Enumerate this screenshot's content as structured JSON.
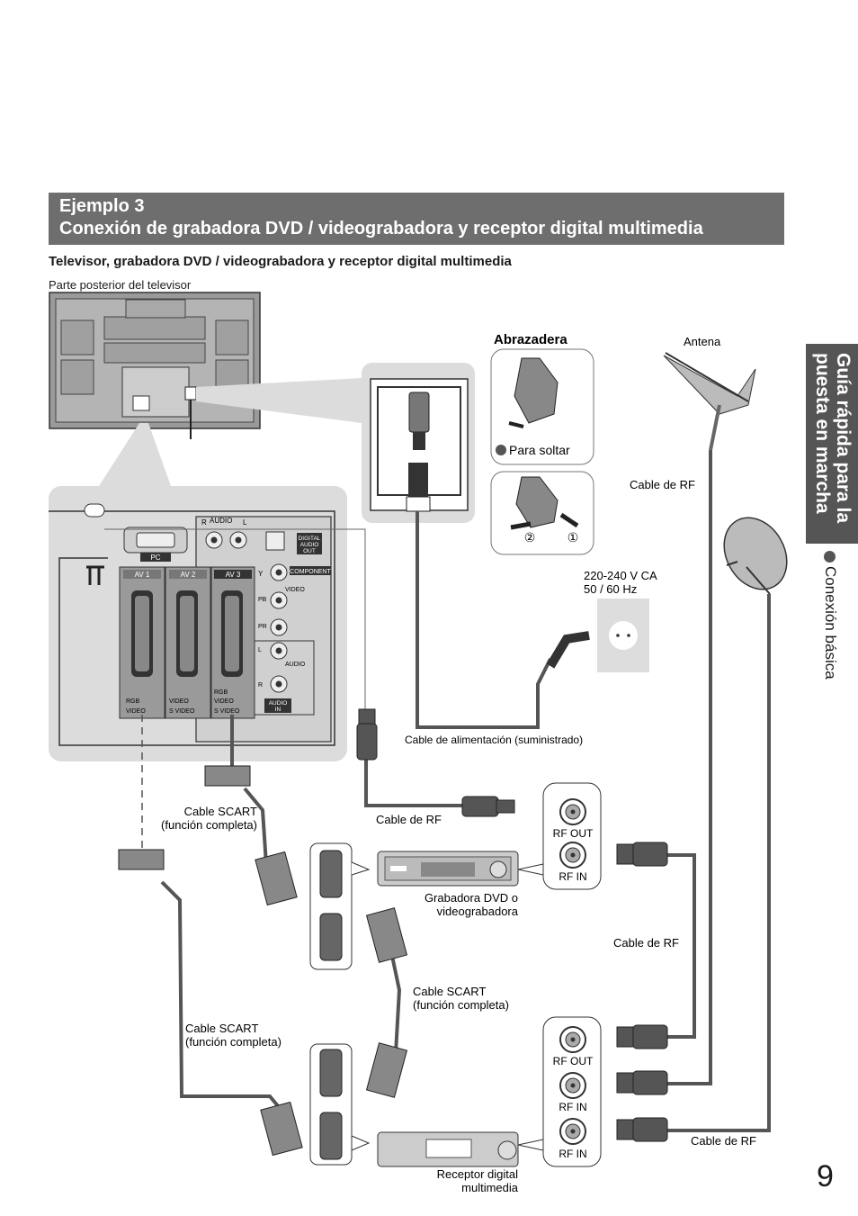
{
  "header": {
    "line1": "Ejemplo 3",
    "line2": "Conexión de grabadora DVD / videograbadora y receptor digital multimedia"
  },
  "subtitle": "Televisor, grabadora DVD / videograbadora y receptor digital multimedia",
  "tv_back_label": "Parte posterior del televisor",
  "clamp": {
    "title": "Abrazadera",
    "release_label": "Para soltar",
    "step1": "①",
    "step2": "②"
  },
  "antenna_label": "Antena",
  "power": {
    "voltage_line1": "220-240 V CA",
    "voltage_line2": "50 / 60 Hz",
    "cable_label": "Cable de alimentación (suministrado)"
  },
  "rf_cable_label": "Cable de RF",
  "scart_cable_line1": "Cable SCART",
  "scart_cable_line2": "(función completa)",
  "devices": {
    "dvd_line1": "Grabadora DVD o",
    "dvd_line2": "videograbadora",
    "receiver_line1": "Receptor digital",
    "receiver_line2": "multimedia"
  },
  "ports": {
    "rf_out": "RF OUT",
    "rf_in": "RF IN"
  },
  "panel": {
    "pc": "PC",
    "audio": "AUDIO",
    "r": "R",
    "l": "L",
    "digital_audio_out": [
      "DIGITAL",
      "AUDIO",
      "OUT"
    ],
    "av1": "AV 1",
    "av2": "AV 2",
    "av3": "AV 3",
    "y": "Y",
    "pb": "PB",
    "pr": "PR",
    "component": "COMPONENT",
    "video": "VIDEO",
    "rgb": "RGB",
    "s_video": "S VIDEO",
    "audio_in": [
      "AUDIO",
      "IN"
    ]
  },
  "side_tab": {
    "line1": "Guía rápida para la",
    "line2": "puesta en marcha",
    "section": "Conexión básica"
  },
  "page_number": "9",
  "colors": {
    "header_bg": "#6e6e6e",
    "tab_bg": "#555555",
    "panel_bg": "#dcdcdc",
    "cable": "#555555"
  }
}
